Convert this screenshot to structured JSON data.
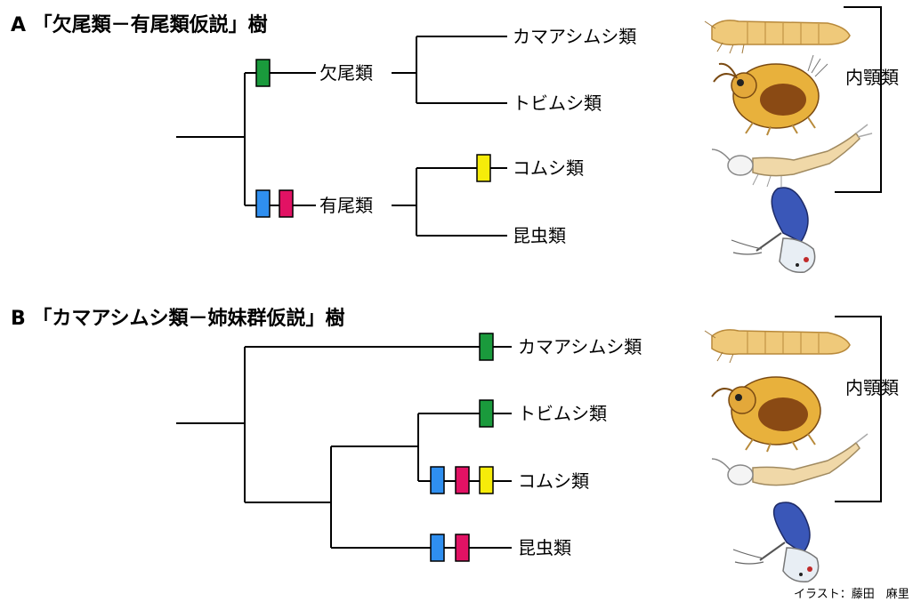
{
  "colors": {
    "green": "#1a9a3c",
    "blue": "#2f8ff0",
    "pink": "#e21264",
    "yellow": "#f6ec0a"
  },
  "panelA": {
    "heading": "A 「欠尾類－有尾類仮説」樹",
    "clade_upper": "欠尾類",
    "clade_lower": "有尾類",
    "taxa": [
      "カマアシムシ類",
      "トビムシ類",
      "コムシ類",
      "昆虫類"
    ],
    "bracket_label": "内顎類"
  },
  "panelB": {
    "heading": "B 「カマアシムシ類－姉妹群仮説」樹",
    "taxa": [
      "カマアシムシ類",
      "トビムシ類",
      "コムシ類",
      "昆虫類"
    ],
    "bracket_label": "内顎類"
  },
  "illustrations": [
    "proturan-illustration",
    "springtail-illustration",
    "dipluran-illustration",
    "butterfly-illustration"
  ],
  "credit": "イラスト：藤田　麻里"
}
